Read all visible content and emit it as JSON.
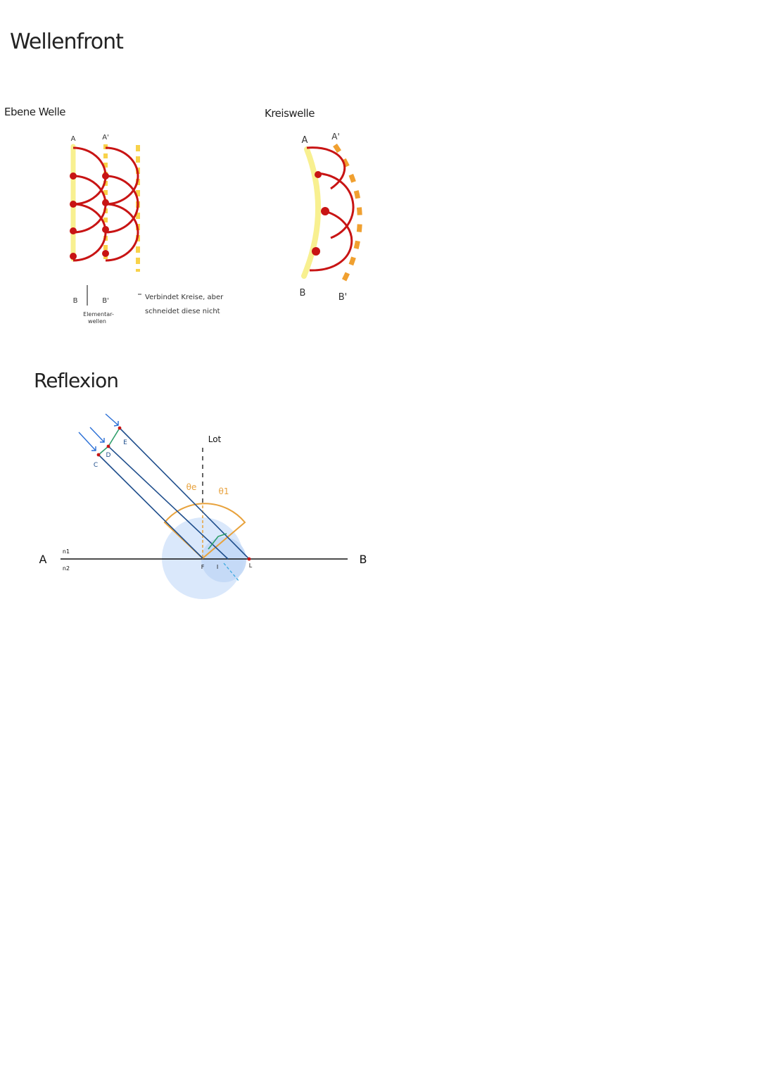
{
  "title": "Wellenfront",
  "plane_wave": {
    "heading": "Ebene Welle",
    "label_A": "A",
    "label_A_prime": "A'",
    "label_B": "B",
    "label_B_prime": "B'",
    "elementary_waves_line1": "Elementar-",
    "elementary_waves_line2": "wellen",
    "note_line1": "Verbindet Kreise, aber",
    "note_line2": "schneidet diese nicht"
  },
  "circular_wave": {
    "heading": "Kreiswelle",
    "label_A": "A",
    "label_A_prime": "A'",
    "label_B": "B",
    "label_B_prime": "B'"
  },
  "reflection": {
    "heading": "Reflexion",
    "normal_label": "Lot",
    "theta_e": "θe",
    "theta_1": "θ1",
    "medium_1": "n1",
    "medium_2": "n2",
    "label_A": "A",
    "label_B": "B",
    "label_C": "C",
    "label_D": "D",
    "label_E": "E",
    "label_F": "F",
    "label_I": "I",
    "label_L": "L"
  },
  "colors": {
    "wave_red": "#c81414",
    "wavefront_yellow": "#f8f090",
    "dash_yellow": "#f8d24a",
    "dash_orange": "#f0a030",
    "ray_blue": "#1f4e8c",
    "arrow_blue": "#2a6fd6",
    "angle_orange": "#e8a23c",
    "circle_blue": "#d6e6fb",
    "green_marker": "#2e9e6a",
    "dashed_blue": "#3ba8e0"
  }
}
